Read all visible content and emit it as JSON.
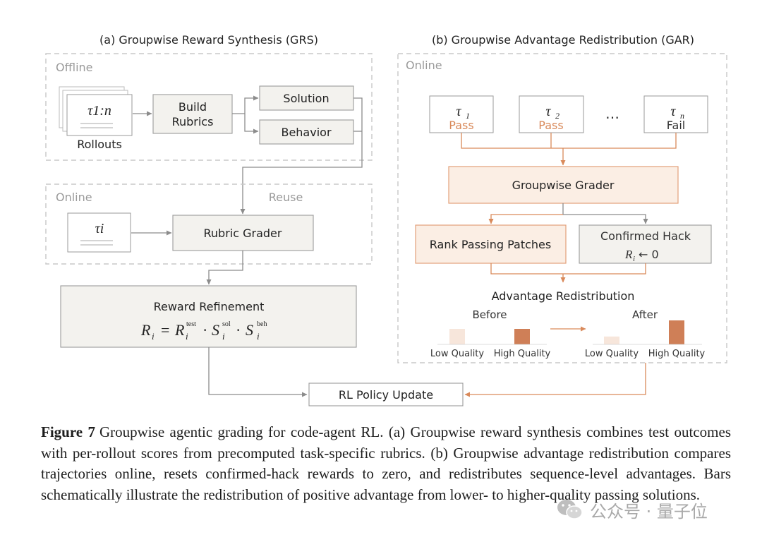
{
  "panel_a": {
    "title": "(a) Groupwise Reward Synthesis (GRS)",
    "offline_label": "Offline",
    "online_label": "Online",
    "reuse_label": "Reuse",
    "rollouts_symbol": "τ1:n",
    "rollouts_label": "Rollouts",
    "build_rubrics_line1": "Build",
    "build_rubrics_line2": "Rubrics",
    "solution_label": "Solution",
    "behavior_label": "Behavior",
    "trajectory_symbol": "τi",
    "rubric_grader_label": "Rubric Grader",
    "reward_refinement_label": "Reward Refinement",
    "formula": {
      "lhs": "R",
      "lhs_sub": "i",
      "eq": "=",
      "r": "R",
      "r_sup": "test",
      "r_sub": "i",
      "dot1": "·",
      "s1": "S",
      "s1_sup": "sol",
      "s1_sub": "i",
      "dot2": "·",
      "s2": "S",
      "s2_sup": "beh",
      "s2_sub": "i"
    }
  },
  "panel_b": {
    "title": "(b) Groupwise Advantage Redistribution (GAR)",
    "online_label": "Online",
    "trajectories": [
      {
        "symbol": "τ",
        "sub": "1",
        "status": "Pass"
      },
      {
        "symbol": "τ",
        "sub": "2",
        "status": "Pass"
      },
      {
        "symbol": "τ",
        "sub": "n",
        "status": "Fail"
      }
    ],
    "ellipsis": "…",
    "groupwise_grader_label": "Groupwise Grader",
    "rank_passing_label": "Rank Passing Patches",
    "confirmed_hack_label": "Confirmed Hack",
    "hack_reset_symbol": "R",
    "hack_reset_sub": "i",
    "hack_reset_rest": "← 0",
    "advantage_label": "Advantage Redistribution",
    "before_label": "Before",
    "after_label": "After",
    "low_quality_label": "Low Quality",
    "high_quality_label": "High Quality",
    "bars": {
      "before": {
        "low": 0.55,
        "high": 0.55
      },
      "after": {
        "low": 0.28,
        "high": 0.85
      }
    }
  },
  "rl_update_label": "RL Policy Update",
  "colors": {
    "orange": "#d98a5b",
    "orange_fill": "#fbeee4",
    "bar_dark": "#cf7f57",
    "bar_light": "#f7e6db",
    "gray_box_fill": "#f3f2ee",
    "gray_stroke": "#9a9a9a",
    "dashed": "#c8c8c8"
  },
  "caption": {
    "label": "Figure 7",
    "text": "Groupwise agentic grading for code-agent RL. (a) Groupwise reward synthesis combines test outcomes with per-rollout scores from precomputed task-specific rubrics. (b) Groupwise advantage redistribution compares trajectories online, resets confirmed-hack rewards to zero, and redistributes sequence-level advantages. Bars schematically illustrate the redistribution of positive advantage from lower- to higher-quality passing solutions."
  },
  "watermark": {
    "text": "公众号 · 量子位",
    "icon": "wechat-icon"
  }
}
